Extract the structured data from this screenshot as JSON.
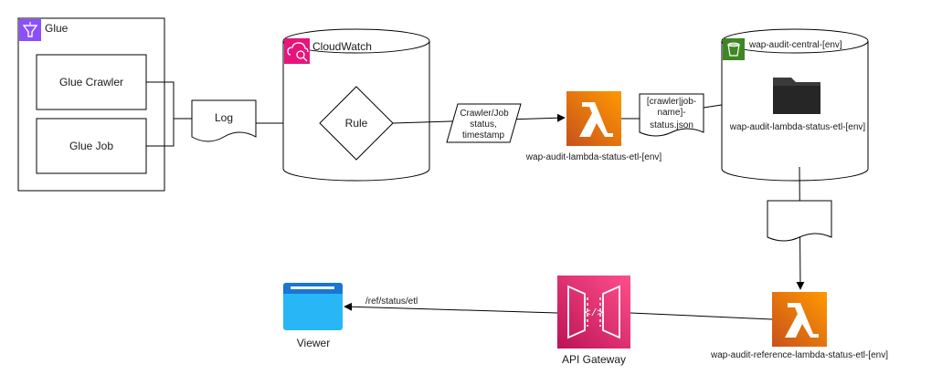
{
  "glue": {
    "group_label": "Glue",
    "crawler_label": "Glue Crawler",
    "job_label": "Glue Job"
  },
  "log": {
    "label": "Log"
  },
  "cloudwatch": {
    "label": "CloudWatch",
    "rule_label": "Rule"
  },
  "status_data": {
    "line1": "Crawler/Job",
    "line2": "status,",
    "line3": "timestamp"
  },
  "lambda_status": {
    "label": "wap-audit-lambda-status-etl-[env]"
  },
  "json_doc": {
    "line1": "[crawler|job-",
    "line2": "name]-",
    "line3": "status.json"
  },
  "s3": {
    "bucket_label": "wap-audit-central-[env]",
    "folder_label": "wap-audit-lambda-status-etl-[env]"
  },
  "lambda_reference": {
    "label": "wap-audit-reference-lambda-status-etl-[env]"
  },
  "api_gateway": {
    "label": "API Gateway",
    "path_label": "/ref/status/etl"
  },
  "viewer": {
    "label": "Viewer"
  },
  "colors": {
    "glue_purple": "#8c4fff",
    "cloudwatch_pink": "#e7157b",
    "s3_green": "#3f8624",
    "lambda_orange": "#ed7100",
    "api_pink": "#e7157b",
    "viewer_blue": "#29b6f6"
  },
  "icons": [
    "glue-icon",
    "cloudwatch-icon",
    "s3-bucket-icon",
    "lambda-icon",
    "folder-icon",
    "api-gateway-icon",
    "browser-window-icon"
  ]
}
